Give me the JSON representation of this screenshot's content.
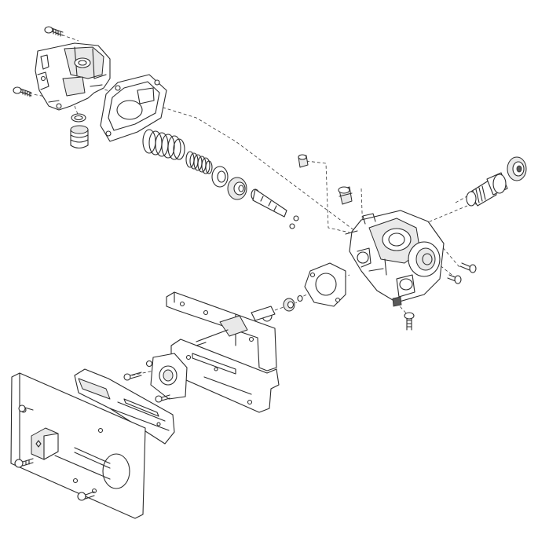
{
  "figure": {
    "kind": "exploded-parts-diagram",
    "line_color": "#2b2b2b",
    "background": "#ffffff",
    "parts": [
      {
        "id": "top-housing"
      },
      {
        "id": "housing-gasket"
      },
      {
        "id": "top-bushing"
      },
      {
        "id": "large-spring"
      },
      {
        "id": "small-spring"
      },
      {
        "id": "diaphragm-washer"
      },
      {
        "id": "valve-stem"
      },
      {
        "id": "valve-body"
      },
      {
        "id": "pilot-cartridge"
      },
      {
        "id": "knob-cap"
      },
      {
        "id": "small-plug"
      },
      {
        "id": "small-cartridge"
      },
      {
        "id": "body-gasket"
      },
      {
        "id": "valve-seat-small"
      },
      {
        "id": "upper-bracket"
      },
      {
        "id": "middle-bracket"
      },
      {
        "id": "square-gasket"
      },
      {
        "id": "slide-lever"
      },
      {
        "id": "face-plate"
      }
    ]
  }
}
